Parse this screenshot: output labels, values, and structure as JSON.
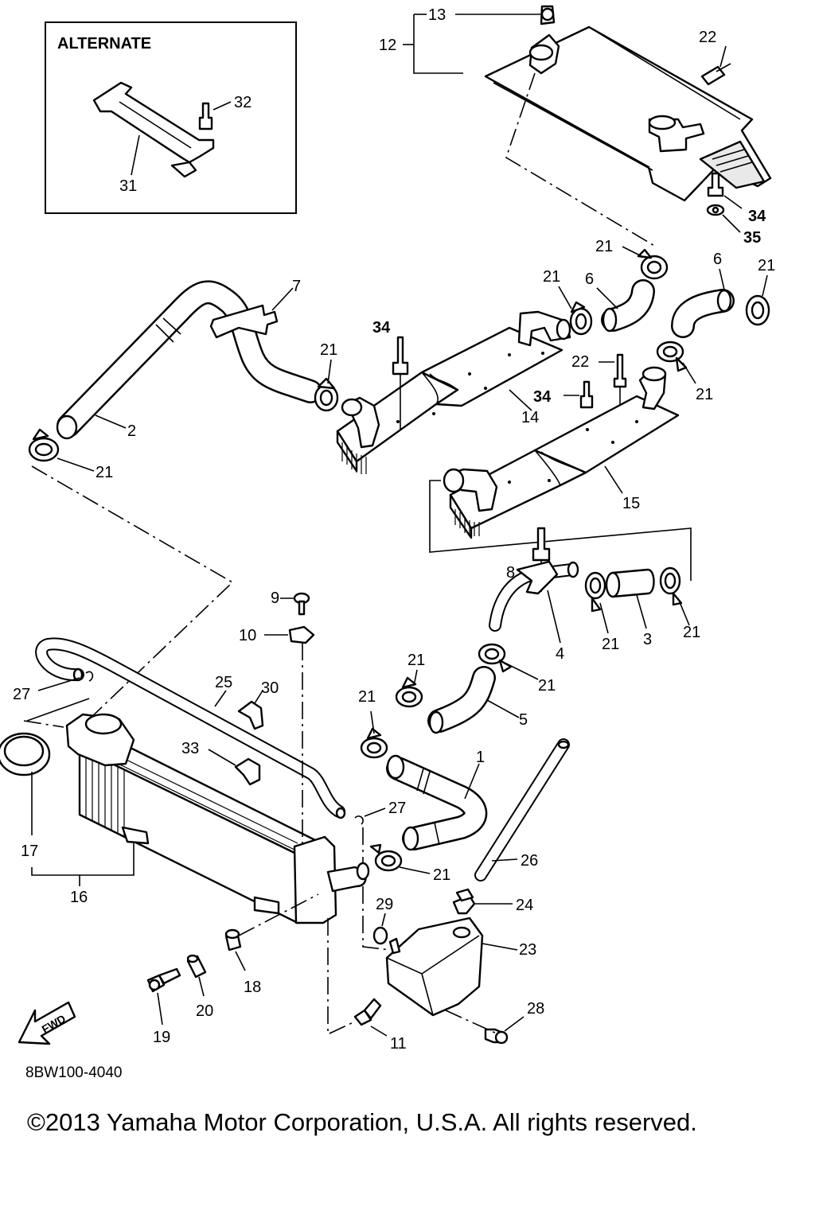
{
  "diagram": {
    "alternate_label": "ALTERNATE",
    "diagram_code": "8BW100-4040",
    "copyright": "©2013 Yamaha Motor Corporation, U.S.A. All rights reserved.",
    "fwd_label": "FWD",
    "callouts": {
      "c1": "1",
      "c2": "2",
      "c3": "3",
      "c4": "4",
      "c5": "5",
      "c6a": "6",
      "c6b": "6",
      "c7": "7",
      "c8": "8",
      "c9": "9",
      "c10": "10",
      "c11": "11",
      "c12": "12",
      "c13": "13",
      "c14": "14",
      "c15": "15",
      "c16": "16",
      "c17": "17",
      "c18": "18",
      "c19": "19",
      "c20": "20",
      "c21a": "21",
      "c21b": "21",
      "c21c": "21",
      "c21d": "21",
      "c21e": "21",
      "c21f": "21",
      "c21g": "21",
      "c21h": "21",
      "c21i": "21",
      "c21j": "21",
      "c21k": "21",
      "c21l": "21",
      "c22a": "22",
      "c22b": "22",
      "c23": "23",
      "c24": "24",
      "c25": "25",
      "c26": "26",
      "c27a": "27",
      "c27b": "27",
      "c28": "28",
      "c29": "29",
      "c30": "30",
      "c31": "31",
      "c32": "32",
      "c33": "33",
      "c34a": "34",
      "c34b": "34",
      "c34c": "34",
      "c35": "35"
    }
  }
}
